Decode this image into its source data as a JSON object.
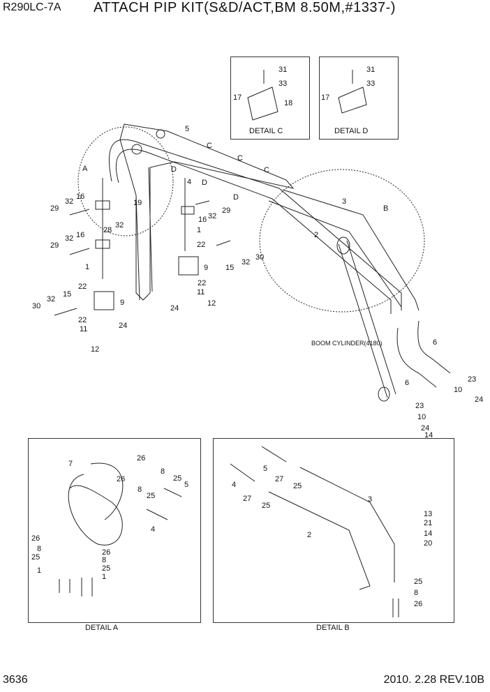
{
  "header": {
    "model": "R290LC-7A",
    "title": "ATTACH PIP KIT(S&D/ACT,BM 8.50M,#1337-)"
  },
  "footer": {
    "page_number": "3636",
    "date_rev": "2010. 2.28  REV.10B"
  },
  "details": {
    "c": "DETAIL C",
    "d": "DETAIL D",
    "a": "DETAIL A",
    "b": "DETAIL B"
  },
  "labels": {
    "boom_cylinder": "BOOM CYLINDER(4180)",
    "A": "A",
    "B": "B",
    "C": "C",
    "D": "D"
  },
  "callouts": {
    "n1": "1",
    "n2": "2",
    "n3": "3",
    "n4": "4",
    "n5": "5",
    "n6": "6",
    "n7": "7",
    "n8": "8",
    "n9": "9",
    "n10": "10",
    "n11": "11",
    "n12": "12",
    "n13": "13",
    "n14": "14",
    "n15": "15",
    "n16": "16",
    "n17": "17",
    "n18": "18",
    "n19": "19",
    "n20": "20",
    "n21": "21",
    "n22": "22",
    "n23": "23",
    "n24": "24",
    "n25": "25",
    "n26": "26",
    "n27": "27",
    "n28": "28",
    "n29": "29",
    "n30": "30",
    "n31": "31",
    "n32": "32",
    "n33": "33"
  }
}
